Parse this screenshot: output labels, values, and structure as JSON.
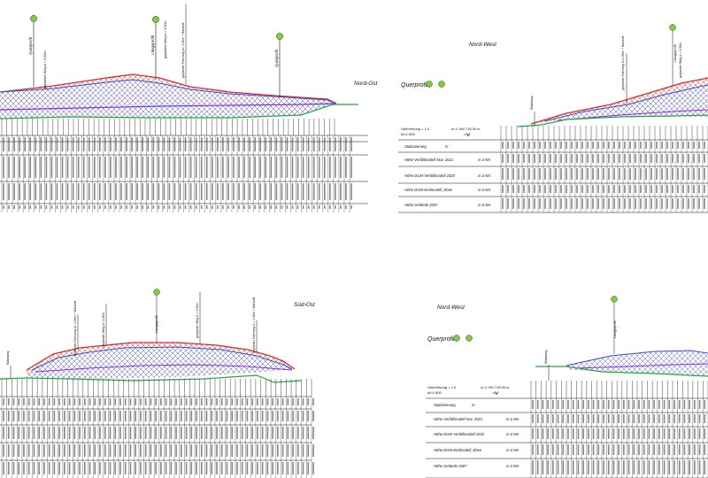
{
  "colors": {
    "red": "#d62b2b",
    "blue": "#3a4bd0",
    "purple": "#8a2be2",
    "green": "#22a83a",
    "ink": "#111111",
    "marker": "#7fd13b"
  },
  "panels": {
    "top_left": {
      "direction": "Nord-Ost",
      "marker_labels": [
        "Querprofil",
        "Längsprofil",
        "Querprofil"
      ],
      "path_labels": [
        "geplanter Weg b = 3.50m",
        "geplanter Fahrweg b= 4.00m + Bankett"
      ]
    },
    "top_right": {
      "direction": "Nord-West",
      "title": "Querprofil",
      "exaggeration": "Überhöhung = 1.0",
      "reference": "m ü. NN 718.00 m",
      "scale": "M=1:500",
      "path_labels": [
        "Waldweg",
        "geplanter Fahrweg b=4.00m + Bankett",
        "Längsprofil",
        "geplanter Weg b = 3.50m"
      ],
      "rows": [
        "Stationierung",
        "Höhe Verfüllmodell Nov. 2021",
        "Höhe DGM-Verfüllmodell 2020",
        "Höhe DGM-Endmodell_Eben",
        "Höhe Gelände 2007"
      ],
      "units": [
        "m",
        "m ü NN",
        "m ü NN",
        "m ü NN",
        "m ü NN"
      ]
    },
    "bottom_left": {
      "direction": "Süd-Ost",
      "path_labels": [
        "Waldweg",
        "geplanter Fahrweg b= 4.00m + Bankett",
        "geplanter Weg b= 3.50m",
        "Längsprofil",
        "geplanter Weg b = 3.50m",
        "geplanter Fahrweg b = 4.00m + Bankett"
      ]
    },
    "bottom_right": {
      "direction": "Nord-West",
      "title": "Querprofil",
      "exaggeration": "Überhöhung = 1.0",
      "reference": "m ü. NN 718.00 m",
      "scale": "M=1:500",
      "path_labels": [
        "Waldweg",
        "Längsprofil"
      ],
      "rows": [
        "Stationierung",
        "Höhe Verfüllmodell Nov. 2021",
        "Höhe DGM-Verfüllmodell 2020",
        "Höhe DGM-Endmodell_Eben",
        "Höhe Gelände 2007"
      ],
      "units": [
        "m",
        "m ü NN",
        "m ü NN",
        "m ü NN",
        "m ü NN"
      ]
    }
  }
}
